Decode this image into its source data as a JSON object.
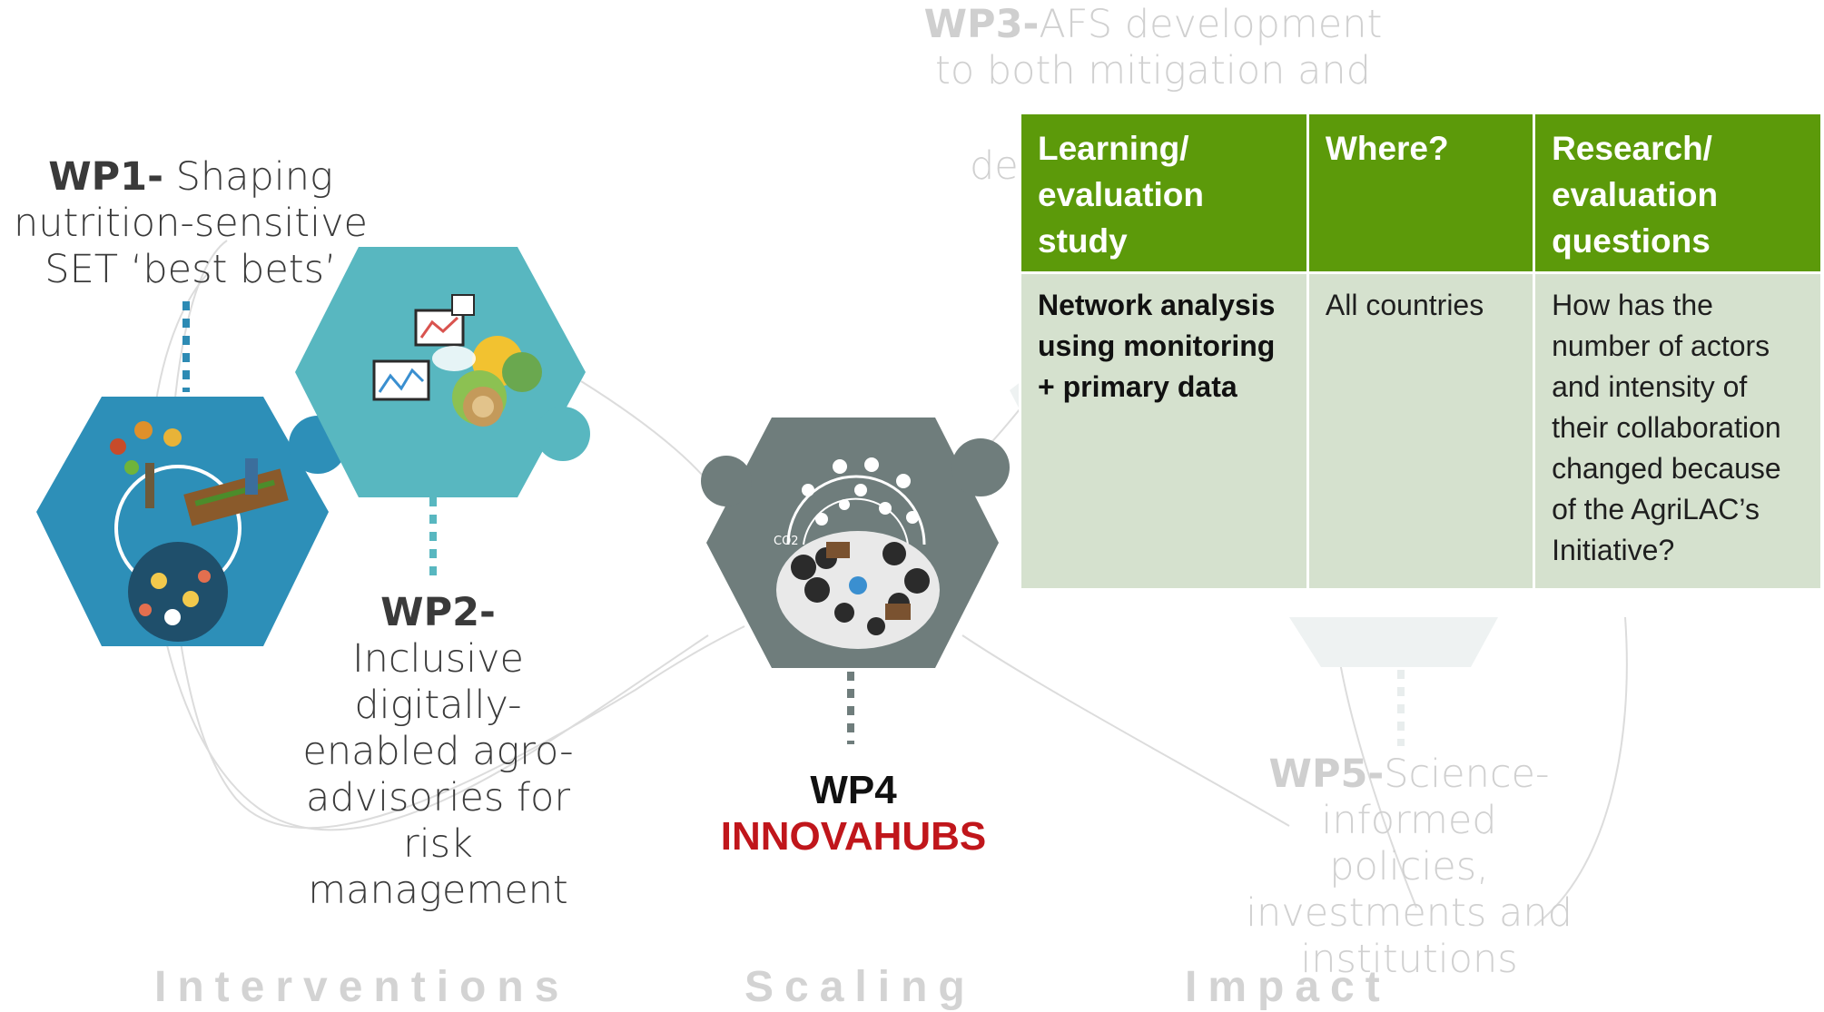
{
  "wp1": {
    "code": "WP1-",
    "text": " Shaping nutrition-sensitive SET ‘best bets’"
  },
  "wp2": {
    "code": "WP2-",
    "text": "Inclusive digitally-enabled agro-advisories for risk management"
  },
  "wp3": {
    "code": "WP3-",
    "text": "AFS development to both mitigation and ...",
    "fragment": "de"
  },
  "wp4": {
    "code": "WP4",
    "name": "INNOVAHUBS"
  },
  "wp5": {
    "code": "WP5-",
    "text": "Science-informed policies, investments and institutions"
  },
  "phases": {
    "interventions": "Interventions",
    "scaling": "Scaling",
    "impact": "Impact"
  },
  "table": {
    "headers": [
      "Learning/ evaluation study",
      "Where?",
      "Research/ evaluation questions"
    ],
    "row": {
      "study": "Network analysis using monitoring + primary data",
      "where": "All countries",
      "question": "How has the number of actors and intensity of their collaboration changed because of the AgriLAC’s Initiative?"
    }
  },
  "colors": {
    "table_header": "#5c9a0a",
    "table_cell": "#d5e1ce",
    "wp1_piece": "#2d8fb8",
    "wp2_piece": "#58b7c0",
    "wp4_piece": "#6f7d7c",
    "innovahubs": "#c0161b"
  },
  "icons": [
    "agriculture-illustration-icon",
    "digital-advisory-illustration-icon",
    "innovation-network-illustration-icon"
  ]
}
